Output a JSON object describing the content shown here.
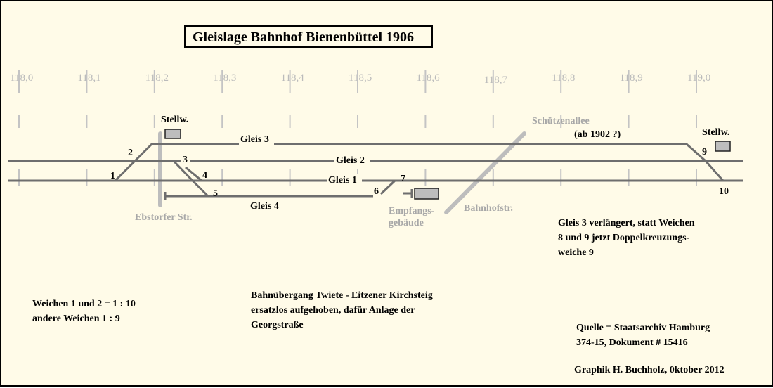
{
  "title": "Gleislage Bahnhof Bienenbüttel  1906",
  "km_labels": [
    "118,0",
    "118,1",
    "118,2",
    "118,3",
    "118,4",
    "118,5",
    "118,6",
    "118,7",
    "118,8",
    "118,9",
    "119,0"
  ],
  "stellwerk_left": "Stellw.",
  "stellwerk_right": "Stellw.",
  "tracks": {
    "gleis3": "Gleis 3",
    "gleis2": "Gleis 2",
    "gleis1": "Gleis 1",
    "gleis4": "Gleis 4"
  },
  "switches": [
    "1",
    "2",
    "3",
    "4",
    "5",
    "6",
    "7",
    "9",
    "10"
  ],
  "roads": {
    "ebstorfer": "Ebstorfer Str.",
    "schuetzenallee": "Schützenallee",
    "schuetzenallee_note": "(ab 1902 ?)",
    "bahnhofstr": "Bahnhofstr."
  },
  "empfangsgebaeude": [
    "Empfangs-",
    "gebäude"
  ],
  "notes": {
    "gleis3_extended": [
      "Gleis 3 verlängert, statt Weichen",
      "8 und 9 jetzt Doppelkreuzungs-",
      "weiche 9"
    ],
    "weichen": [
      "Weichen 1 und 2 = 1 : 10",
      "andere Weichen 1 : 9"
    ],
    "bahnuebergang": [
      "Bahnübergang Twiete - Eitzener Kirchsteig",
      "ersatzlos aufgehoben, dafür Anlage der",
      "Georgstraße"
    ],
    "quelle": [
      "Quelle = Staatsarchiv Hamburg",
      "374-15, Dokument  #  15416"
    ],
    "credit": "Graphik H. Buchholz, 0ktober 2012"
  }
}
